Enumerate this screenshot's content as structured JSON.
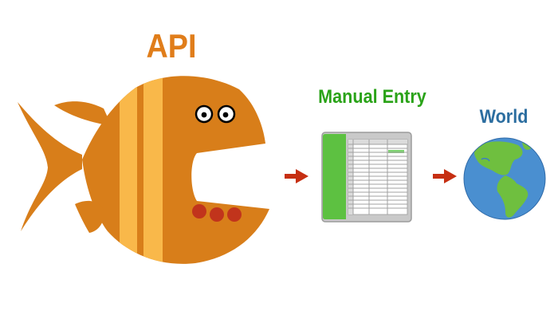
{
  "labels": {
    "api": "API",
    "manual_entry": "Manual Entry",
    "world": "World"
  },
  "colors": {
    "fish_orange": "#d87e1a",
    "fish_stripe": "#f9b84a",
    "mouth_dots": "#c1341c",
    "api_text": "#e07d1a",
    "manual_text": "#2aa318",
    "world_text": "#2c6ea0",
    "arrow": "#c62f12",
    "spreadsheet_green": "#5dc141",
    "ocean": "#4a8fd0",
    "land": "#6fbf3f"
  },
  "icons": [
    "fish-icon",
    "spreadsheet-icon",
    "globe-icon",
    "arrow-right-icon"
  ]
}
